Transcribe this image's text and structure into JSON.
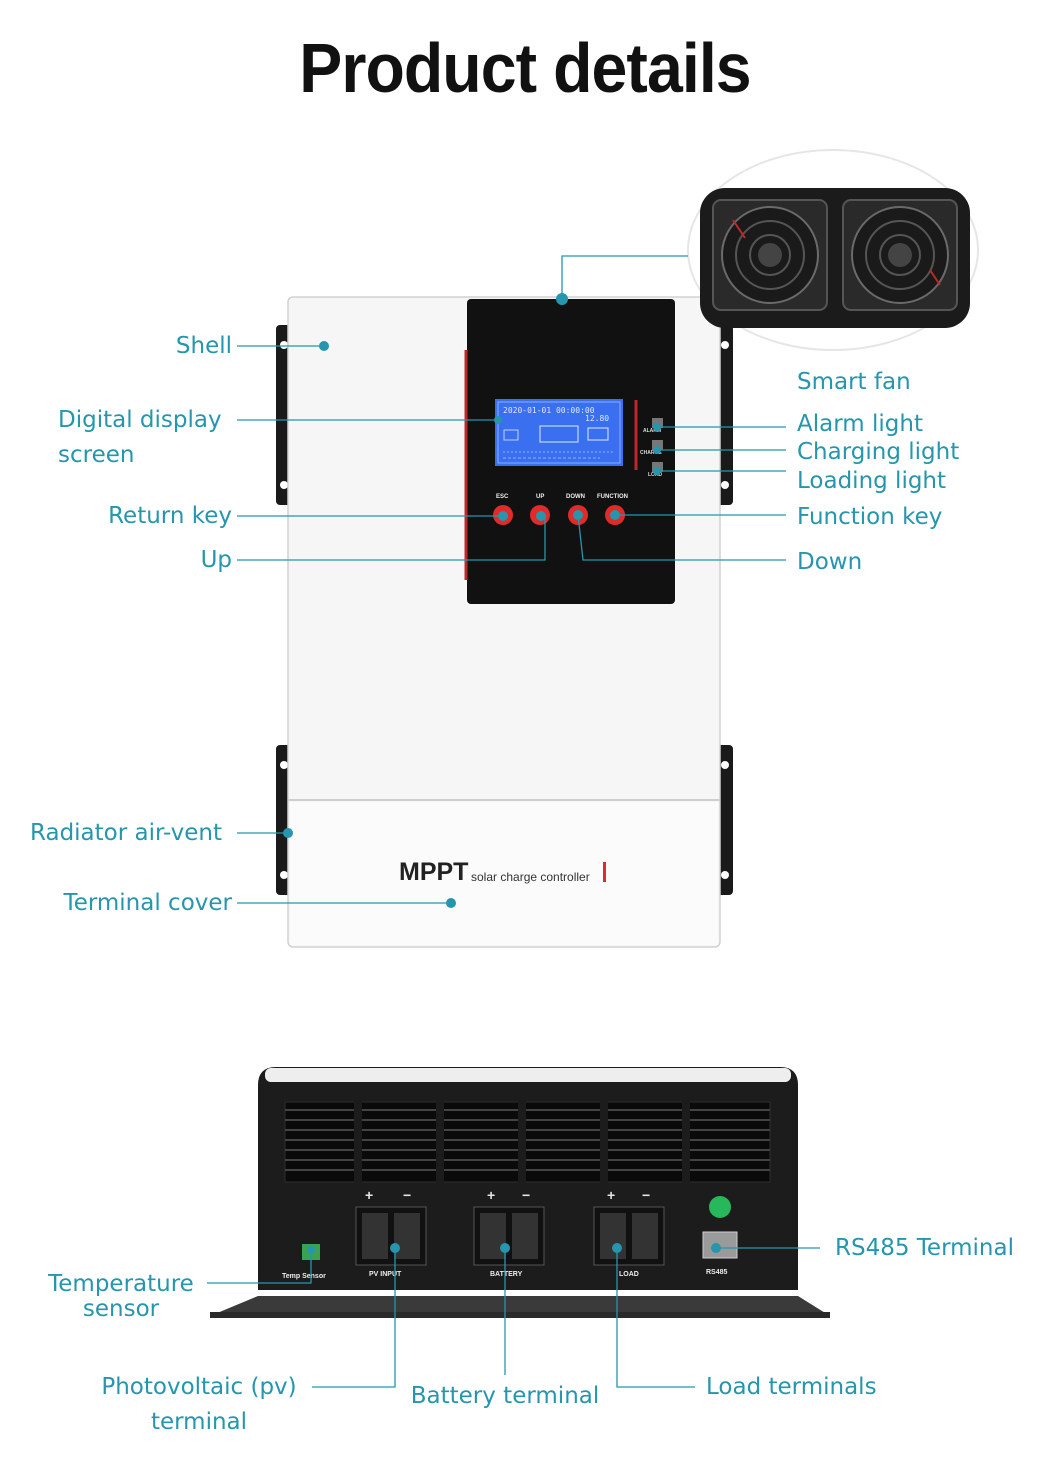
{
  "title": "Product details",
  "front_labels": {
    "shell": "Shell",
    "display_1": "Digital display",
    "display_2": "screen",
    "return_key": "Return key",
    "up": "Up",
    "radiator": "Radiator air-vent",
    "terminal_cover": "Terminal cover",
    "smart_fan": "Smart fan",
    "alarm_light": "Alarm light",
    "charging_light": "Charging light",
    "loading_light": "Loading light",
    "function_key": "Function key",
    "down": "Down"
  },
  "device": {
    "brand": "MPPT",
    "subtitle": "solar charge controller",
    "lcd_line1": "2020-01-01  00:00:00",
    "lcd_line2": "12.80",
    "button_labels": [
      "ESC",
      "UP",
      "DOWN",
      "FUNCTION"
    ],
    "indicator_labels": [
      "ALARM",
      "CHARGE",
      "LOAD"
    ]
  },
  "bottom_labels": {
    "temperature_1": "Temperature",
    "temperature_2": "sensor",
    "pv_1": "Photovoltaic (pv)",
    "pv_2": "terminal",
    "battery": "Battery terminal",
    "load": "Load terminals",
    "rs485": "RS485 Terminal"
  },
  "ports": {
    "temp": "Temp Sensor",
    "pv": "PV INPUT",
    "battery": "BATTERY",
    "load": "LOAD",
    "rs485": "RS485"
  },
  "colors": {
    "accent": "#2596ad",
    "button_red": "#e12a2a",
    "panel_black": "#111111",
    "lcd_blue": "#3a6ff0"
  }
}
